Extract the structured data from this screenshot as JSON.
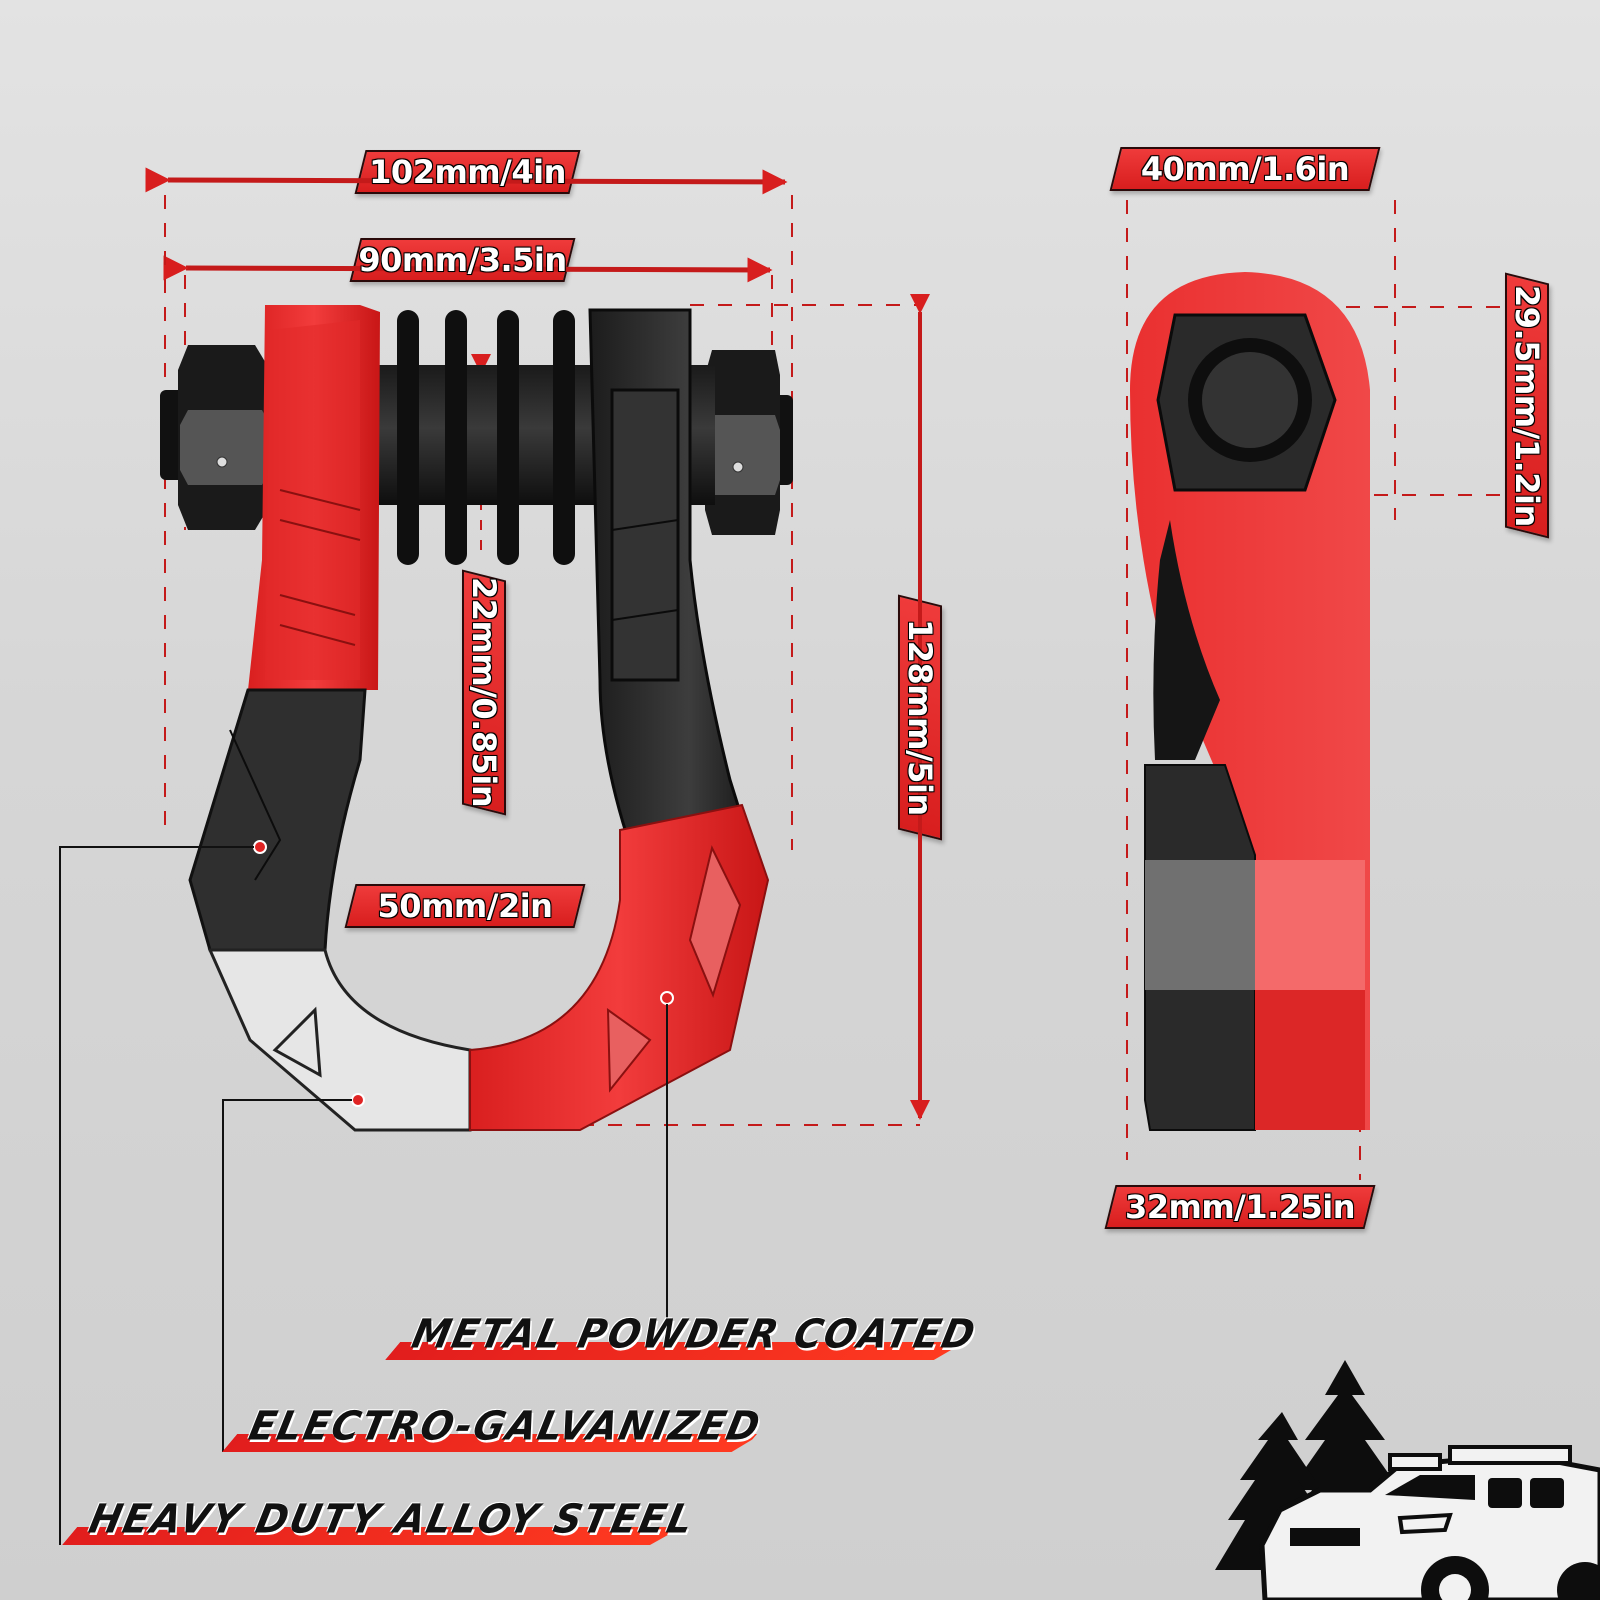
{
  "diagram": {
    "subject": "D-ring shackle with isolator washers and locking nuts",
    "colors": {
      "background": "#d9d9d9",
      "accent_red": "#e02424",
      "dark_metal": "#2b2b2b",
      "silver_metal": "#dcdcdc",
      "callout_text": "#111111"
    },
    "front_view": {
      "dimensions": {
        "overall_width": "102mm/4in",
        "inner_pin_width": "90mm/3.5in",
        "pin_diameter": "22mm/0.85in",
        "inner_opening_width": "50mm/2in",
        "overall_height": "128mm/5in"
      }
    },
    "side_view": {
      "dimensions": {
        "width": "40mm/1.6in",
        "nut_height": "29.5mm/1.2in",
        "bottom_thickness": "32mm/1.25in"
      }
    },
    "callouts": [
      {
        "label": "METAL POWDER COATED",
        "part": "red body section"
      },
      {
        "label": "ELECTRO-GALVANIZED",
        "part": "silver bottom section"
      },
      {
        "label": "HEAVY DUTY ALLOY STEEL",
        "part": "black shackle section"
      }
    ],
    "decorations": {
      "scene": "offroad-truck-with-pine-trees-icon"
    }
  }
}
